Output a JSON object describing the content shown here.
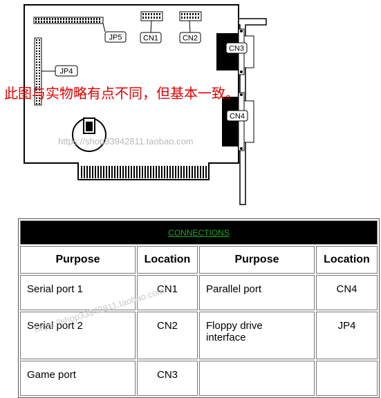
{
  "board": {
    "labels": {
      "jp5": "JP5",
      "cn1": "CN1",
      "cn2": "CN2",
      "cn3": "CN3",
      "jp4": "JP4",
      "cn4": "CN4"
    }
  },
  "overlay_note": "此图与实物略有点不同，但基本一致。",
  "watermarks": {
    "top": "https://shop33942811.taobao.com",
    "table": "https://shop33942811.taobao.com"
  },
  "table": {
    "title": "CONNECTIONS",
    "headers": [
      "Purpose",
      "Location",
      "Purpose",
      "Location"
    ],
    "rows": [
      [
        "Serial port 1",
        "CN1",
        "Parallel port",
        "CN4"
      ],
      [
        "Serial port 2",
        "CN2",
        "Floppy drive interface",
        "JP4"
      ],
      [
        "Game port",
        "CN3",
        "",
        ""
      ]
    ]
  }
}
